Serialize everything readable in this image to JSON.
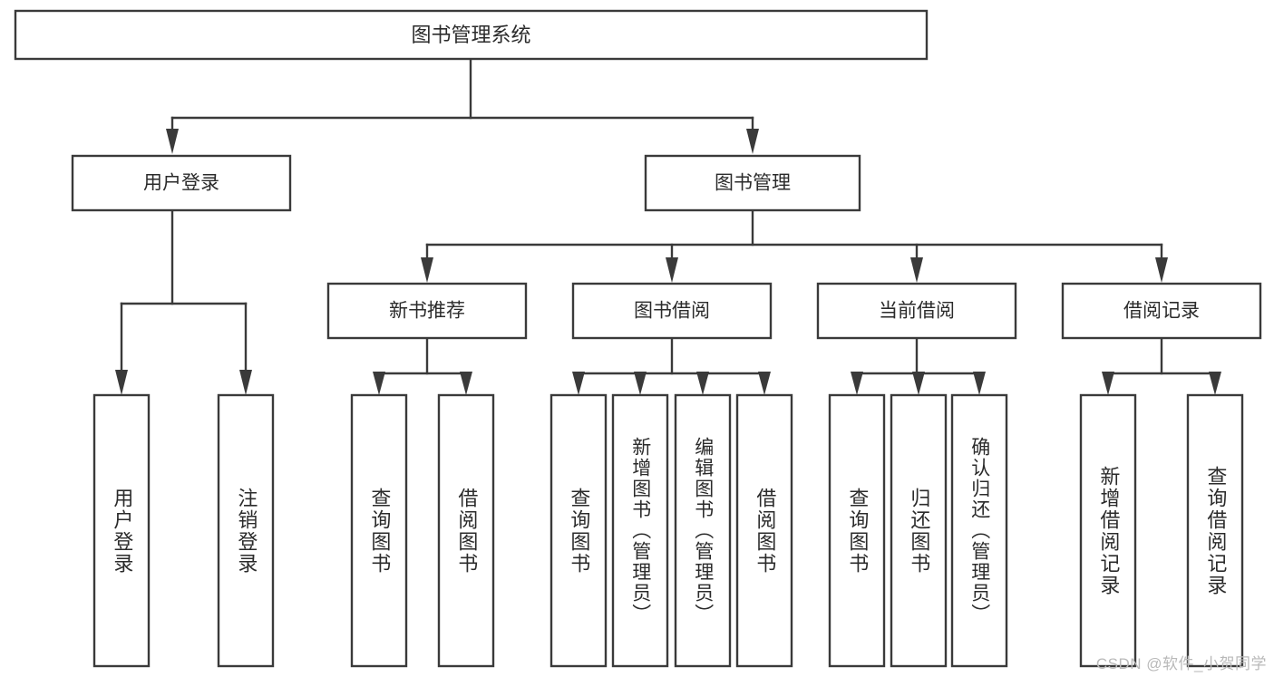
{
  "diagram": {
    "title": "图书管理系统",
    "type": "tree",
    "watermark": "CSDN @软件_小贺同学",
    "colors": {
      "background": "#ffffff",
      "box_stroke": "#3a3a3a",
      "box_fill": "#ffffff",
      "text": "#2b2b2b",
      "watermark": "#b9b9b9"
    },
    "root": {
      "label": "图书管理系统"
    },
    "level2": [
      {
        "label": "用户登录"
      },
      {
        "label": "图书管理"
      }
    ],
    "level3": [
      {
        "label": "新书推荐"
      },
      {
        "label": "图书借阅"
      },
      {
        "label": "当前借阅"
      },
      {
        "label": "借阅记录"
      }
    ],
    "leaves": {
      "user_login": [
        {
          "label": "用户登录"
        },
        {
          "label": "注销登录"
        }
      ],
      "new_book_recommend": [
        {
          "label": "查询图书"
        },
        {
          "label": "借阅图书"
        }
      ],
      "book_borrow": [
        {
          "label": "查询图书"
        },
        {
          "label": "新增图书（管理员）"
        },
        {
          "label": "编辑图书（管理员）"
        },
        {
          "label": "借阅图书"
        }
      ],
      "current_borrow": [
        {
          "label": "查询图书"
        },
        {
          "label": "归还图书"
        },
        {
          "label": "确认归还（管理员）"
        }
      ],
      "borrow_record": [
        {
          "label": "新增借阅记录"
        },
        {
          "label": "查询借阅记录"
        }
      ]
    }
  }
}
